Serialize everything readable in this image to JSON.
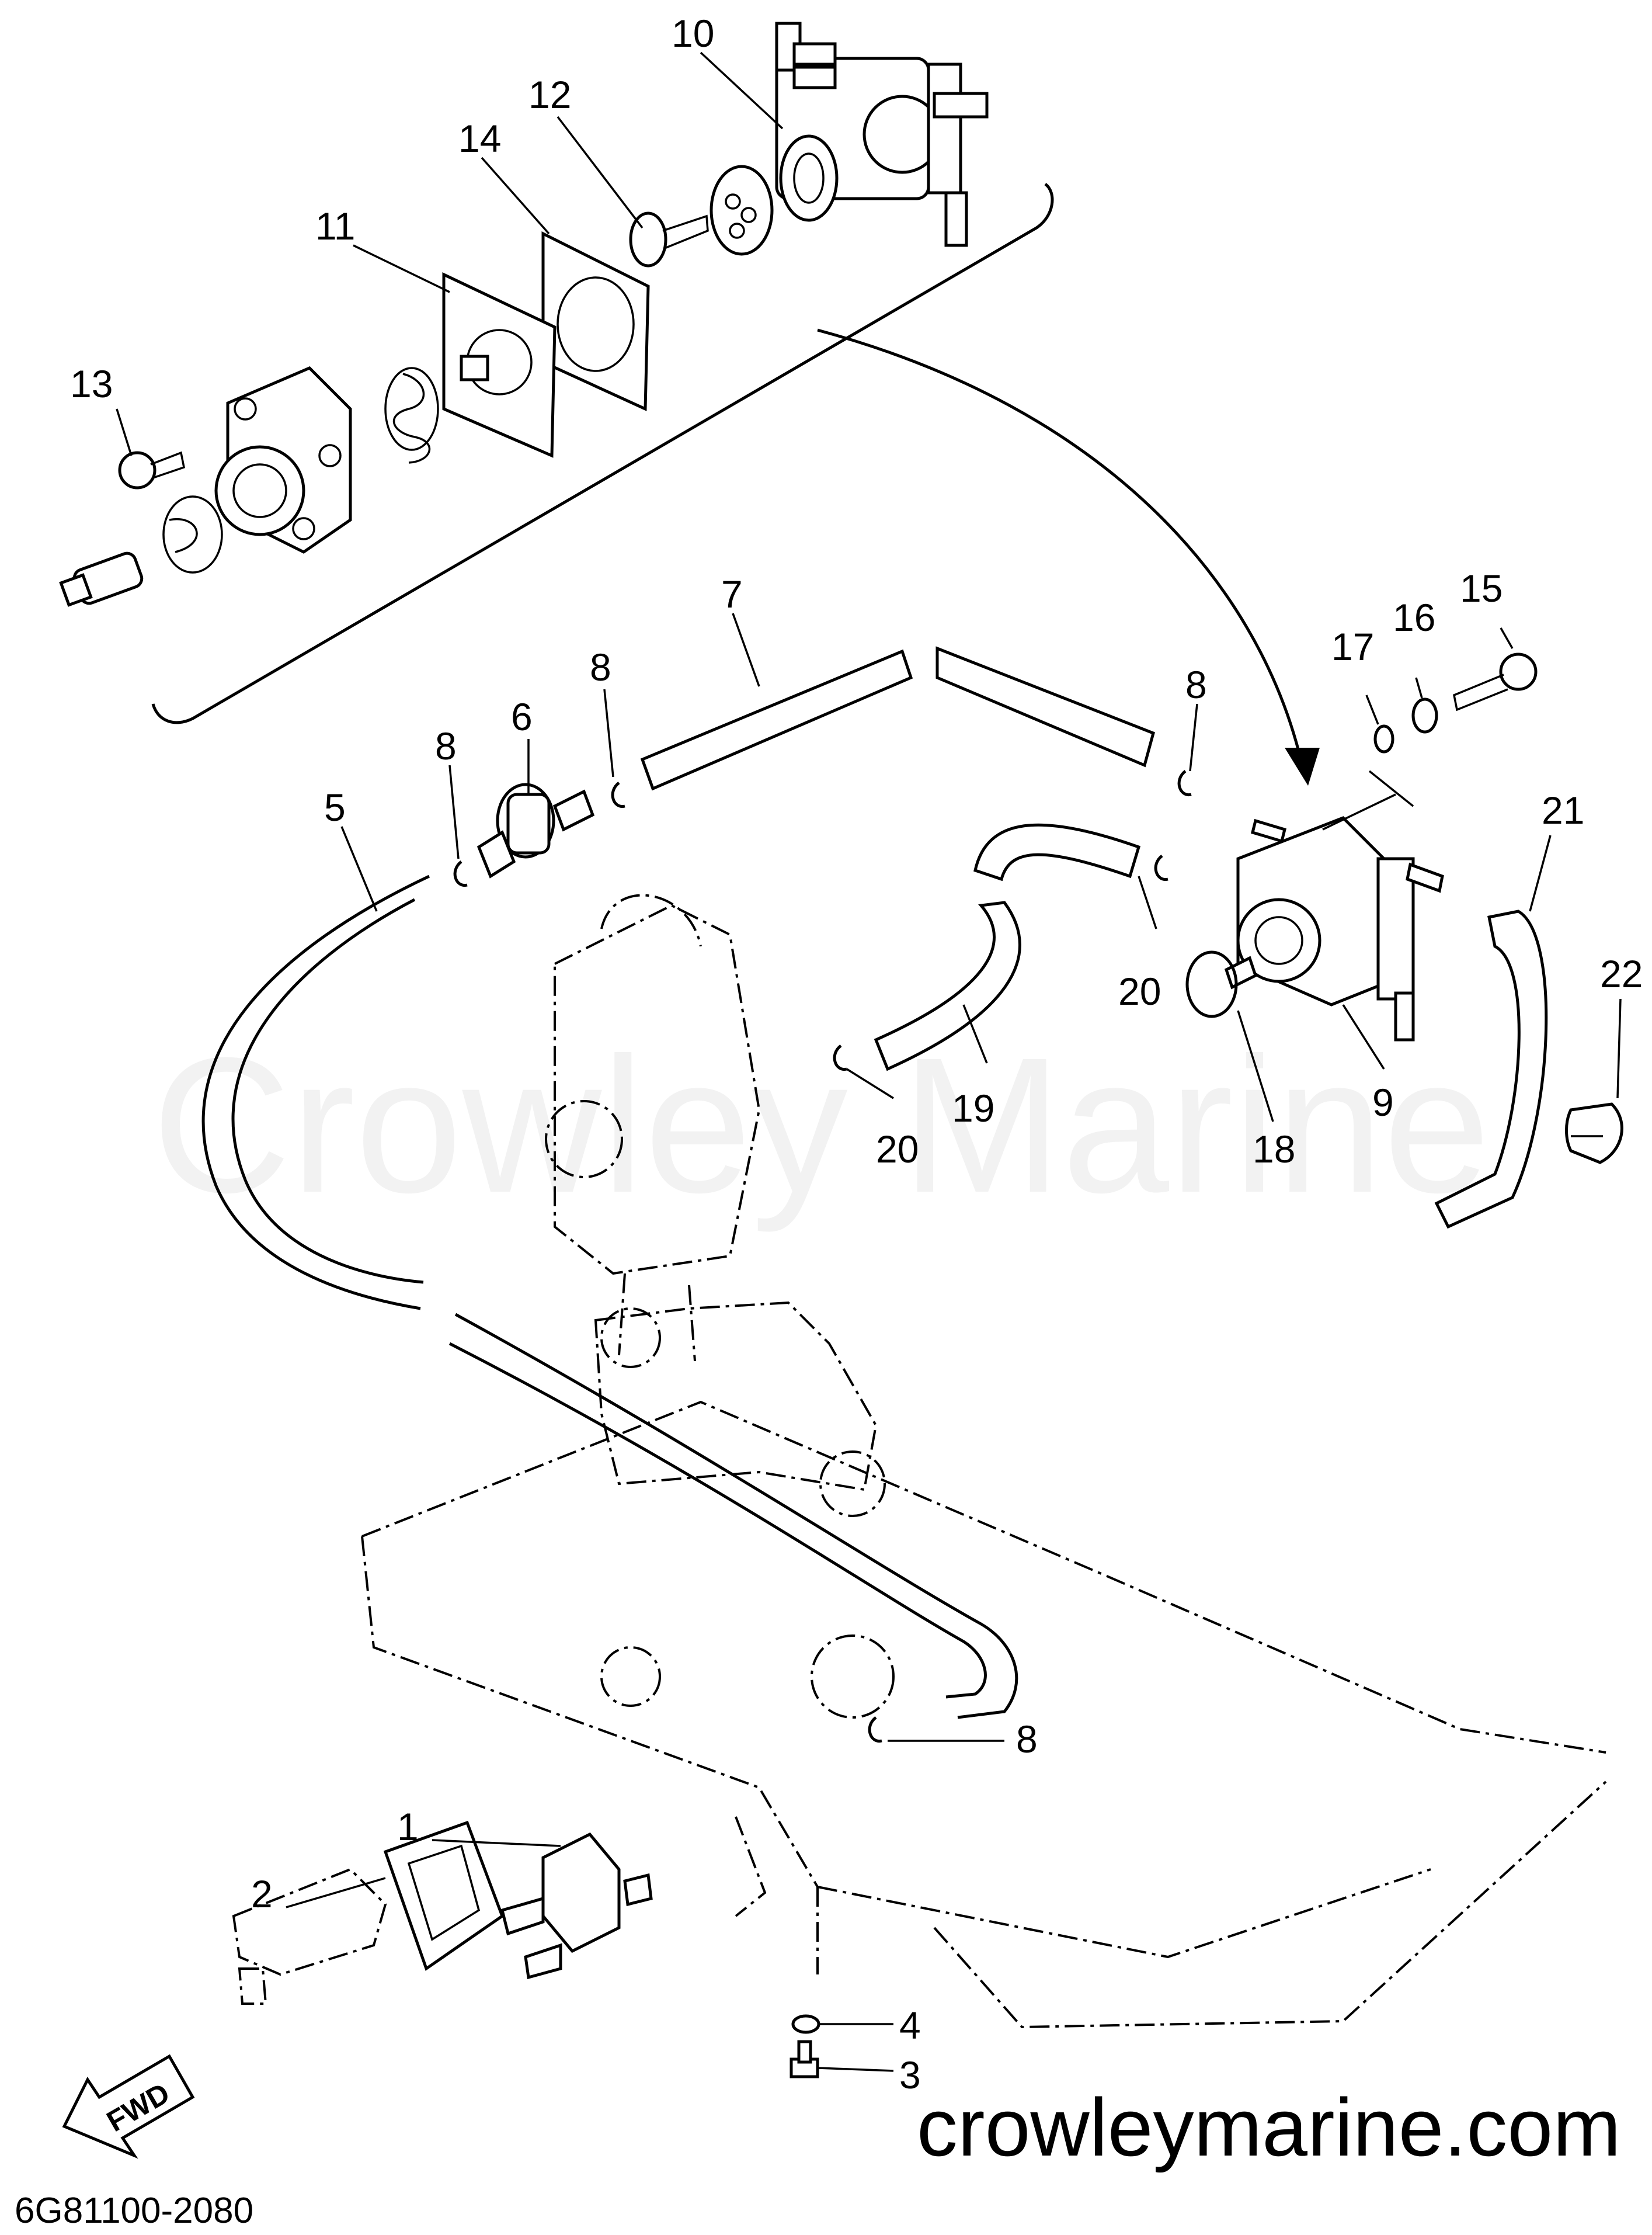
{
  "callouts": [
    {
      "id": "1",
      "text": "1"
    },
    {
      "id": "2",
      "text": "2"
    },
    {
      "id": "3",
      "text": "3"
    },
    {
      "id": "4",
      "text": "4"
    },
    {
      "id": "5",
      "text": "5"
    },
    {
      "id": "6",
      "text": "6"
    },
    {
      "id": "7",
      "text": "7"
    },
    {
      "id": "8a",
      "text": "8"
    },
    {
      "id": "8b",
      "text": "8"
    },
    {
      "id": "8c",
      "text": "8"
    },
    {
      "id": "8d",
      "text": "8"
    },
    {
      "id": "9",
      "text": "9"
    },
    {
      "id": "10",
      "text": "10"
    },
    {
      "id": "11",
      "text": "11"
    },
    {
      "id": "12",
      "text": "12"
    },
    {
      "id": "13",
      "text": "13"
    },
    {
      "id": "14",
      "text": "14"
    },
    {
      "id": "15",
      "text": "15"
    },
    {
      "id": "16",
      "text": "16"
    },
    {
      "id": "17",
      "text": "17"
    },
    {
      "id": "18",
      "text": "18"
    },
    {
      "id": "19",
      "text": "19"
    },
    {
      "id": "20a",
      "text": "20"
    },
    {
      "id": "20b",
      "text": "20"
    },
    {
      "id": "21",
      "text": "21"
    },
    {
      "id": "22",
      "text": "22"
    }
  ],
  "watermark": "Crowley Marine",
  "website": "crowleymarine.com",
  "part_code": "6G81100-2080",
  "fwd_label": "FWD"
}
